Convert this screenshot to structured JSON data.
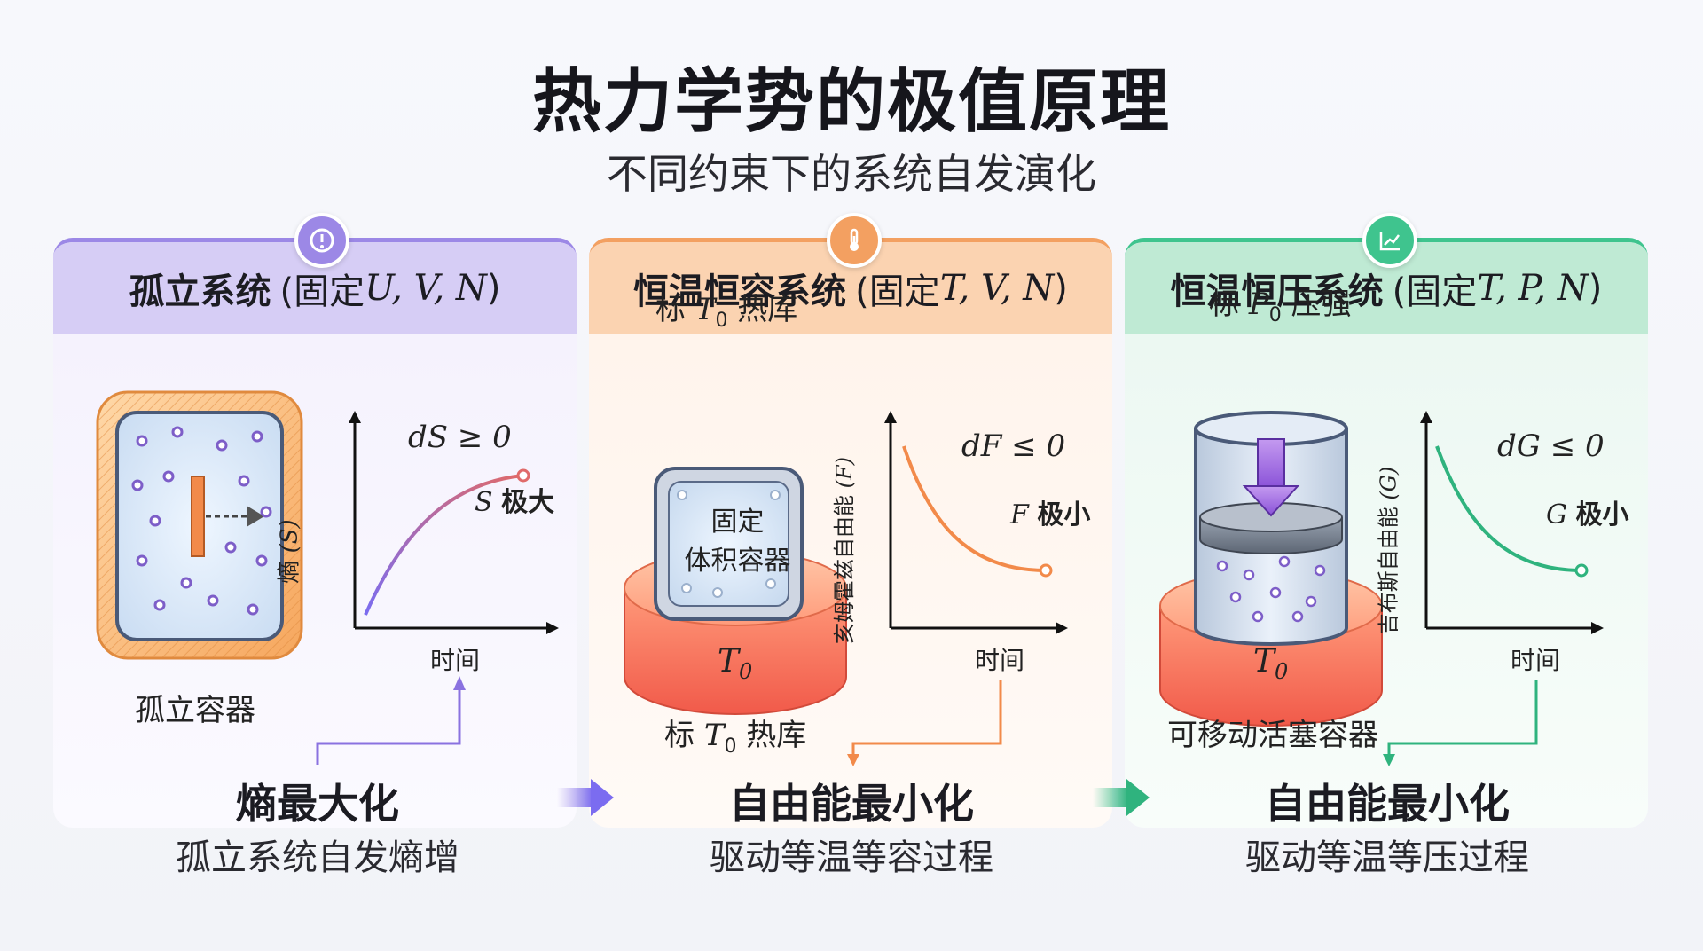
{
  "header": {
    "title": "热力学势的极值原理",
    "subtitle": "不同约束下的系统自发演化"
  },
  "panels": [
    {
      "title": "孤立系统",
      "constraint_prefix": "(固定 ",
      "constraint_vars": "U, V, N",
      "constraint_suffix": ")",
      "accent": "#9c88e6",
      "badge_icon": "exclamation-icon",
      "container_label": "孤立容器",
      "graph": {
        "ylabel_text": "熵",
        "ylabel_var": "(S)",
        "xlabel": "时间",
        "condition": "dS ≥ 0",
        "endpoint_var": "S",
        "endpoint_text": "极大"
      },
      "result_title": "熵最大化",
      "result_sub": "孤立系统自发熵增"
    },
    {
      "title": "恒温恒容系统",
      "constraint_prefix": "(固定 ",
      "constraint_vars": "T, V, N",
      "constraint_suffix": ")",
      "accent": "#f3a061",
      "badge_icon": "thermometer-icon",
      "reservoir_top_prefix": "标 ",
      "reservoir_top_var": "T",
      "reservoir_top_sub": "0",
      "reservoir_top_suffix": " 热库",
      "box_line1": "固定",
      "box_line2": "体积容器",
      "base_var": "T",
      "base_sub": "0",
      "reservoir_bottom_prefix": "标 ",
      "reservoir_bottom_var": "T",
      "reservoir_bottom_sub": "0",
      "reservoir_bottom_suffix": " 热库",
      "graph": {
        "ylabel_text": "亥姆霍兹自由能",
        "ylabel_var": "(F)",
        "xlabel": "时间",
        "condition": "dF ≤ 0",
        "endpoint_var": "F",
        "endpoint_text": "极小"
      },
      "result_title": "自由能最小化",
      "result_sub": "驱动等温等容过程"
    },
    {
      "title": "恒温恒压系统",
      "constraint_prefix": "(固定 ",
      "constraint_vars": "T, P, N",
      "constraint_suffix": ")",
      "accent": "#3fc48e",
      "badge_icon": "trend-chart-icon",
      "pressure_prefix": "标 ",
      "pressure_var": "P",
      "pressure_sub": "0",
      "pressure_suffix": " 压强",
      "base_var": "T",
      "base_sub": "0",
      "container_label": "可移动活塞容器",
      "graph": {
        "ylabel_text": "吉布斯自由能",
        "ylabel_var": "(G)",
        "xlabel": "时间",
        "condition": "dG ≤ 0",
        "endpoint_var": "G",
        "endpoint_text": "极小"
      },
      "result_title": "自由能最小化",
      "result_sub": "驱动等温等压过程"
    }
  ]
}
